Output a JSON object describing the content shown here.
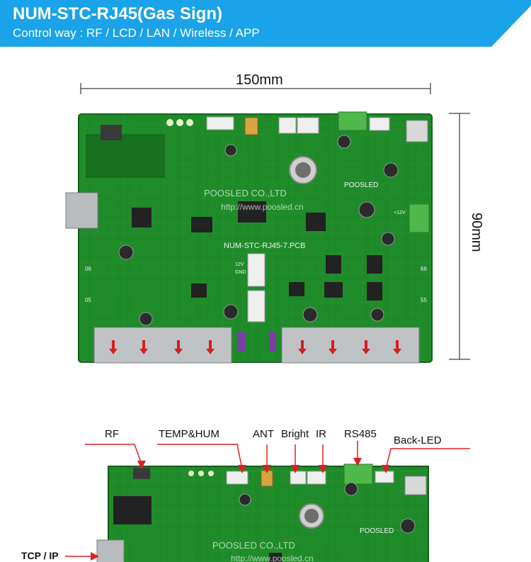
{
  "banner": {
    "title": "NUM-STC-RJ45(Gas Sign)",
    "subtitle": "Control way : RF / LCD / LAN / Wireless / APP",
    "color": "#1aa3e8"
  },
  "dimensions": {
    "width_label": "150mm",
    "height_label": "90mm"
  },
  "board": {
    "model_label": "NUM-STC-RJ45-7.PCB",
    "brand": "POOSLED",
    "watermark_company": "POOSLED CO.,LTD",
    "watermark_url": "http://www.poosled.cn",
    "silk_12v": "12V",
    "silk_gnd": "GND",
    "silk_plus12v": "+12V",
    "side_left_top": "06",
    "side_left_bottom": "05",
    "side_right_top": "66",
    "side_right_bottom": "55",
    "pcb_color": "#1f8a2a",
    "arrow_color": "#d81e1e"
  },
  "callouts": {
    "rf": "RF",
    "temp_hum": "TEMP&HUM",
    "ant": "ANT",
    "bright": "Bright",
    "ir": "IR",
    "rs485": "RS485",
    "back_led": "Back-LED",
    "tcp_ip": "TCP / IP"
  }
}
